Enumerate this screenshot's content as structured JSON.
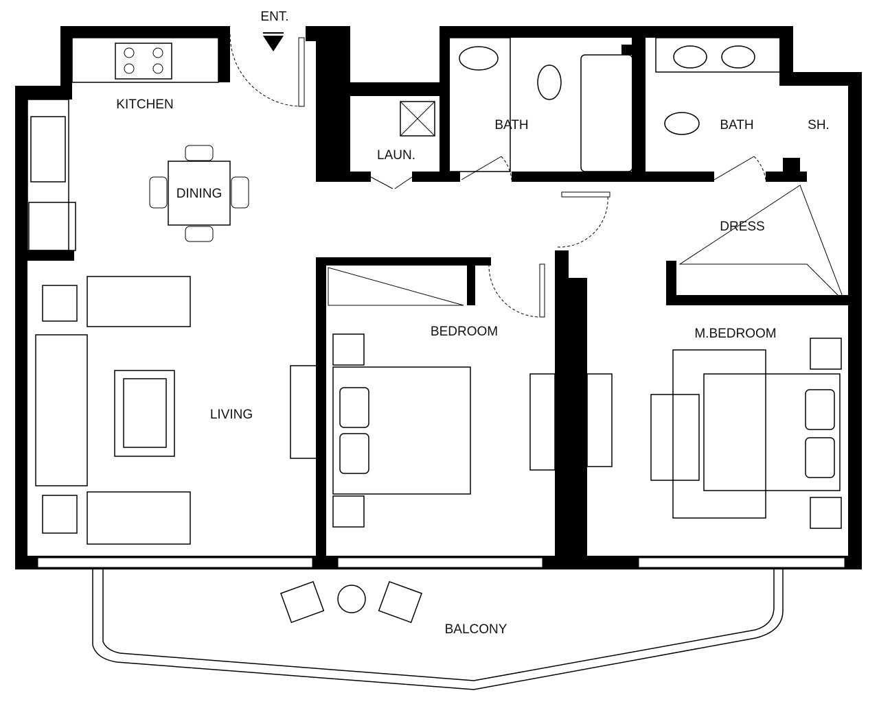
{
  "plan": {
    "entrance": "ENT.",
    "rooms": {
      "kitchen": "KITCHEN",
      "dining": "DINING",
      "laundry": "LAUN.",
      "bath1": "BATH",
      "bath2": "BATH",
      "shower": "SH.",
      "dress": "DRESS",
      "bedroom": "BEDROOM",
      "master_bedroom": "M.BEDROOM",
      "living": "LIVING",
      "balcony": "BALCONY"
    }
  }
}
